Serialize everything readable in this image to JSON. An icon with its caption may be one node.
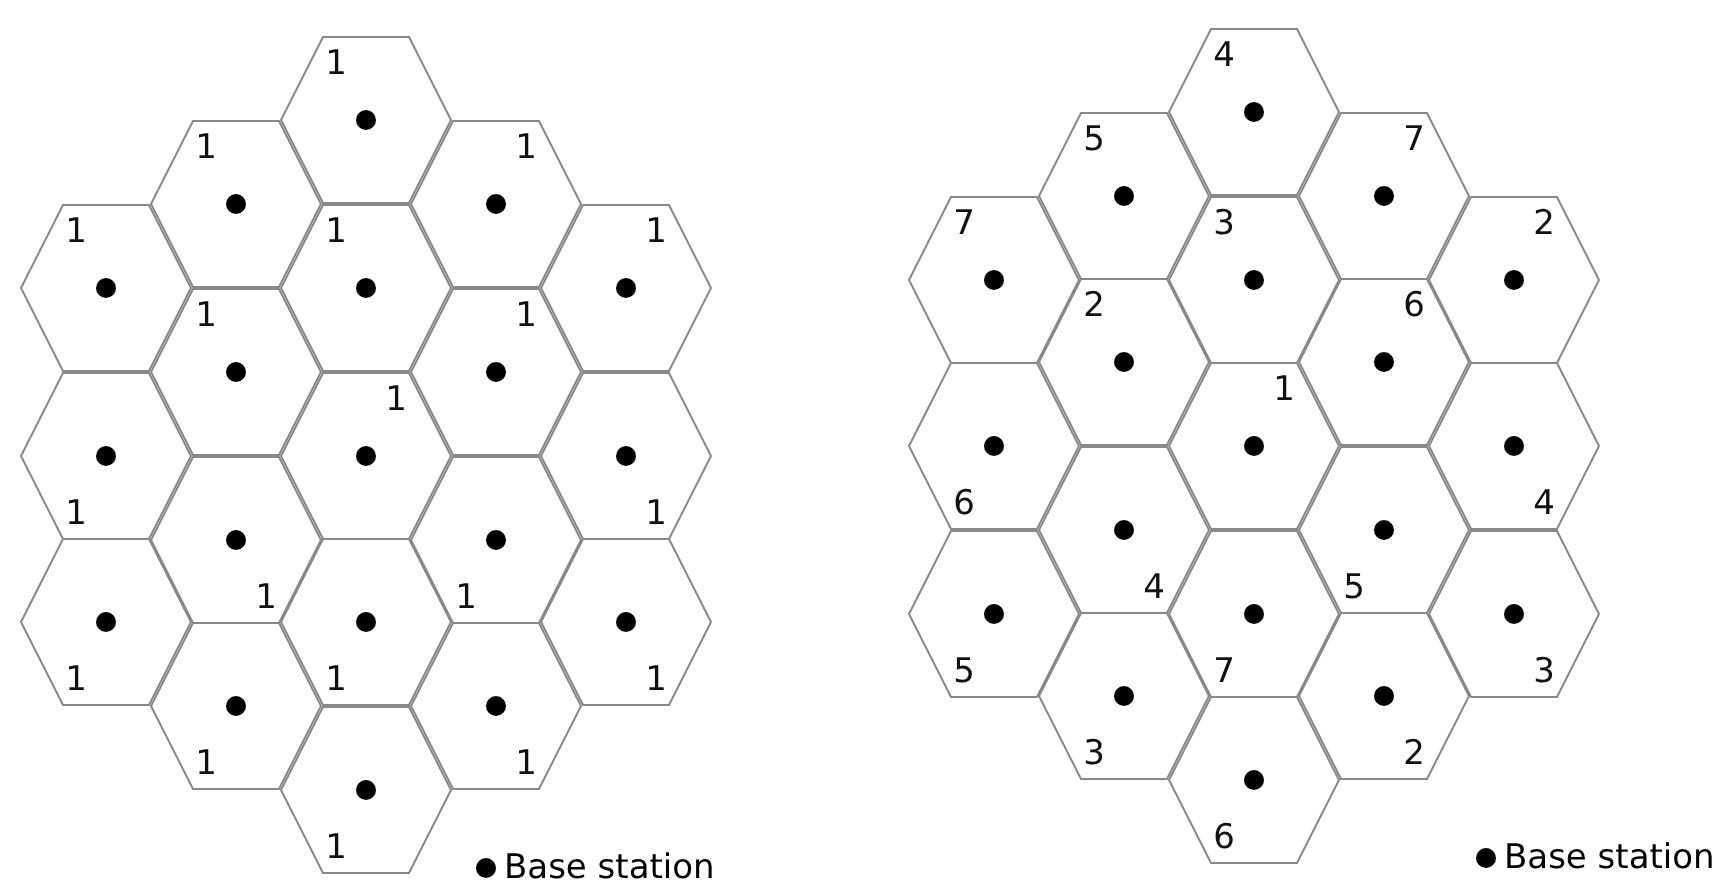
{
  "diagram": {
    "nodes": [
      {
        "text": [
          "1"
        ]
      },
      {
        "text": [
          "1"
        ]
      },
      {
        "text": [
          "1"
        ]
      },
      {
        "text": [
          "1"
        ]
      },
      {
        "text": [
          "1"
        ]
      },
      {
        "text": [
          "1"
        ]
      },
      {
        "text": [
          "1"
        ]
      },
      {
        "text": [
          "1"
        ]
      },
      {
        "text": [
          "1"
        ]
      },
      {
        "text": [
          "1"
        ]
      },
      {
        "text": [
          "1"
        ]
      },
      {
        "text": [
          "1"
        ]
      },
      {
        "text": [
          "1"
        ]
      },
      {
        "text": [
          "1"
        ]
      },
      {
        "text": [
          "1"
        ]
      },
      {
        "text": [
          "1"
        ]
      },
      {
        "text": [
          "1"
        ]
      },
      {
        "text": [
          "1"
        ]
      },
      {
        "text": [
          "1"
        ]
      },
      {
        "text": [
          "4"
        ]
      },
      {
        "text": [
          "5"
        ]
      },
      {
        "text": [
          "7"
        ]
      },
      {
        "text": [
          "7"
        ]
      },
      {
        "text": [
          "3"
        ]
      },
      {
        "text": [
          "2"
        ]
      },
      {
        "text": [
          "2"
        ]
      },
      {
        "text": [
          "6"
        ]
      },
      {
        "text": [
          "6"
        ]
      },
      {
        "text": [
          "1"
        ]
      },
      {
        "text": [
          "4"
        ]
      },
      {
        "text": [
          "4"
        ]
      },
      {
        "text": [
          "5"
        ]
      },
      {
        "text": [
          "5"
        ]
      },
      {
        "text": [
          "7"
        ]
      },
      {
        "text": [
          "3"
        ]
      },
      {
        "text": [
          "3"
        ]
      },
      {
        "text": [
          "2"
        ]
      },
      {
        "text": [
          "6"
        ]
      }
    ],
    "legend": [
      {
        "text": "Base station"
      },
      {
        "text": "Base station"
      }
    ]
  }
}
